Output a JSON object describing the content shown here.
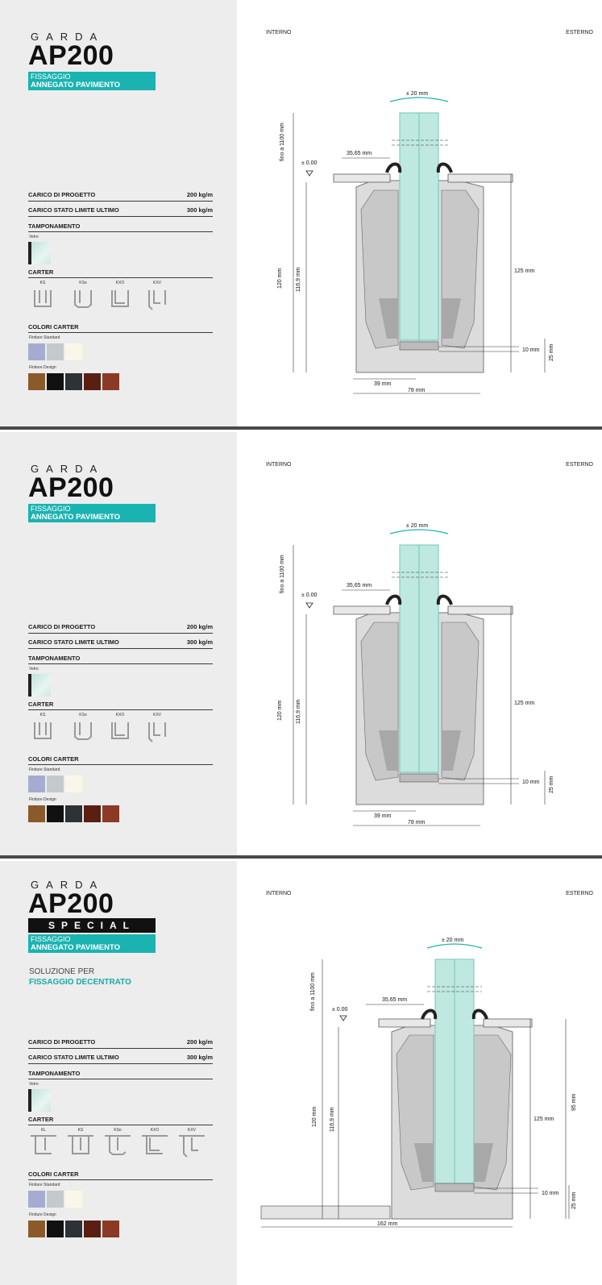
{
  "colors": {
    "accent_teal": "#1bb3b1",
    "panel_grey": "#ededed",
    "divider": "#4a4a4a",
    "glass": "#bfe8e0",
    "profile": "#d9d9d9",
    "gasket": "#a8a8a8",
    "standard_finishes": [
      "#a5acd1",
      "#c6c9cc",
      "#fbf7e8"
    ],
    "design_finishes": [
      "#8a5a2b",
      "#111111",
      "#2c3236",
      "#5a1e12",
      "#8b3a25"
    ]
  },
  "sections": [
    {
      "brand": "GARDA",
      "model": "AP200",
      "teal_line1": "FISSAGGIO",
      "teal_line2": "ANNEGATO PAVIMENTO",
      "specs": [
        {
          "label": "CARICO DI PROGETTO",
          "value": "200 kg/m"
        },
        {
          "label": "CARICO STATO LIMITE ULTIMO",
          "value": "300 kg/m"
        }
      ],
      "tamponamento": "TAMPONAMENTO",
      "vetro": "Vetro",
      "carter": "CARTER",
      "carter_types": [
        "KS",
        "KSo",
        "KXO",
        "KXV"
      ],
      "colori": "COLORI CARTER",
      "finiture_standard": "Finiture Standard",
      "finiture_design": "Finiture Design",
      "interno": "INTERNO",
      "esterno": "ESTERNO",
      "dims": {
        "tolerance": "± 20 mm",
        "height": "fino a 1100 mm",
        "level": "± 0.00",
        "d3565": "35,65 mm",
        "d120": "120 mm",
        "d1169": "116,9 mm",
        "d125": "125 mm",
        "d10": "10 mm",
        "d25": "25 mm",
        "d39": "39 mm",
        "d78": "78 mm"
      }
    },
    {
      "brand": "GARDA",
      "model": "AP200",
      "teal_line1": "FISSAGGIO",
      "teal_line2": "ANNEGATO PAVIMENTO",
      "specs": [
        {
          "label": "CARICO DI PROGETTO",
          "value": "200 kg/m"
        },
        {
          "label": "CARICO STATO LIMITE ULTIMO",
          "value": "300 kg/m"
        }
      ],
      "tamponamento": "TAMPONAMENTO",
      "vetro": "Vetro",
      "carter": "CARTER",
      "carter_types": [
        "KS",
        "KSo",
        "KXO",
        "KXV"
      ],
      "colori": "COLORI CARTER",
      "finiture_standard": "Finiture Standard",
      "finiture_design": "Finiture Design",
      "interno": "INTERNO",
      "esterno": "ESTERNO",
      "dims": {
        "tolerance": "± 20 mm",
        "height": "fino a 1100 mm",
        "level": "± 0.00",
        "d3565": "35,65 mm",
        "d120": "120 mm",
        "d1169": "116,9 mm",
        "d125": "125 mm",
        "d10": "10 mm",
        "d25": "25 mm",
        "d39": "39 mm",
        "d78": "78 mm"
      }
    },
    {
      "brand": "GARDA",
      "model": "AP200",
      "special": "SPECIAL",
      "teal_line1": "FISSAGGIO",
      "teal_line2": "ANNEGATO PAVIMENTO",
      "solution_line1": "SOLUZIONE PER",
      "solution_line2": "FISSAGGIO DECENTRATO",
      "specs": [
        {
          "label": "CARICO DI PROGETTO",
          "value": "200 kg/m"
        },
        {
          "label": "CARICO STATO LIMITE ULTIMO",
          "value": "300 kg/m"
        }
      ],
      "tamponamento": "TAMPONAMENTO",
      "vetro": "Vetro",
      "carter": "CARTER",
      "carter_types": [
        "KL",
        "KS",
        "KSo",
        "KXO",
        "KXV"
      ],
      "colori": "COLORI CARTER",
      "finiture_standard": "Finiture Standard",
      "finiture_design": "Finiture Design",
      "interno": "INTERNO",
      "esterno": "ESTERNO",
      "dims": {
        "tolerance": "± 20 mm",
        "height": "fino a 1100 mm",
        "level": "± 0.00",
        "d3565": "35,65 mm",
        "d120": "120 mm",
        "d1169": "116,9 mm",
        "d125": "125 mm",
        "d95": "95 mm",
        "d10": "10 mm",
        "d25": "25 mm",
        "d162": "162 mm"
      }
    }
  ]
}
